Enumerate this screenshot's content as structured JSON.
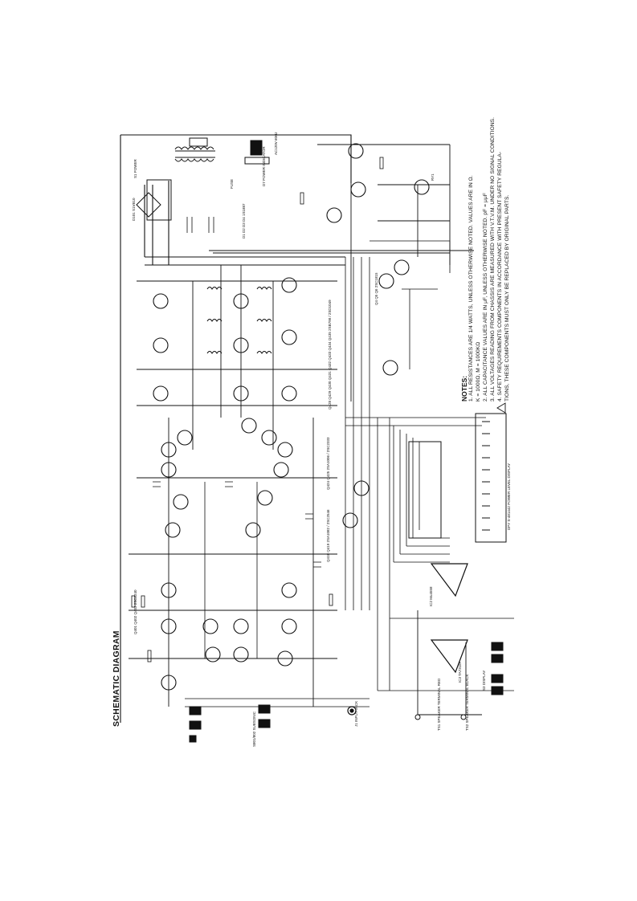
{
  "document": {
    "title": "SCHEMATIC DIAGRAM"
  },
  "notes": {
    "heading": "NOTES:",
    "items": [
      "1. ALL RESISTANCES ARE 1/4 WATTS, UNLESS OTHERWISE NOTED. VALUES ARE IN Ω.",
      "K = 1000Ω, M = 1000KΩ",
      "2. ALL CAPACITANCE VALUES ARE IN μF, UNLESS OTHERWISE NOTED.   pF = μμF",
      "3. ALL VOLTAGES READING FROM CHASSIS ARE MEASURED WITH V.T.V.M. UNDER NO SIGNAL CONDITIONS.",
      "4. SAFETY REQUIREMENTS COMPONENTS IN ACCORDANCE WITH PRESENT SAFETY REGULA-",
      "TIONS, THESE COMPONENTS MUST ONLY BE REPLACED BY ORIGINAL PARTS."
    ]
  },
  "labels": {
    "power_switch": "S1 POWER",
    "bridge": "D101 S1VB10",
    "transformer_fuse": "FUSE",
    "ac_line": "AC120V 60Hz",
    "power_indicator": "D7 POWER INDICATOR",
    "standby_supply": "D1 D2 D3 D4 1S1887",
    "sw_reg": "IC2 Mu4558",
    "ic3": "IC3 TA7318P",
    "display": "DPY S-481442 POWER LEVEL DISPLAY",
    "speaker_red": "TS1 SPEAKER TERMINAL RED",
    "speaker_black": "TS2 SPEAKER TERMINAL BLACK",
    "input_jack": "J1 INPUT JACK",
    "subsonic_switch": "S801/802 SUBSONIC",
    "display_switch": "S3 DISPLAY",
    "output_stage": "Q428 Q429 Q430 Q431 Q432 Q433 Q434 Q435 2SB798 / 2SD1049",
    "driver_stage": "Q424 Q425 2SA1006 / 2SC2333",
    "pre_driver": "Q418 Q419 2SA1082 / 2SC2546",
    "input_stage": "Q401 Q402 Q403 2SC2240",
    "protection": "Q4 Q5 Q6 2SC1815",
    "relay": "RY1"
  },
  "colors": {
    "ink": "#111111",
    "paper": "#ffffff"
  }
}
